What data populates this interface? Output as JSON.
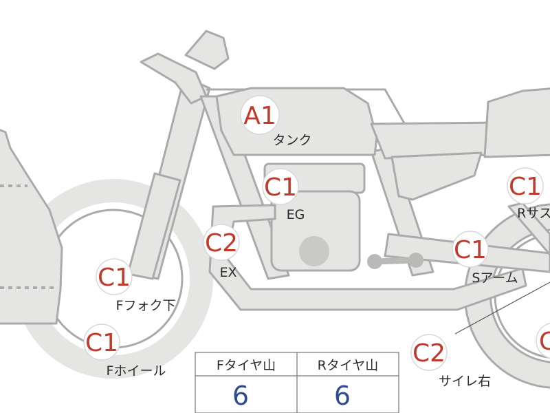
{
  "colors": {
    "grade_text": "#c0392b",
    "tread_value_text": "#2f4b8f",
    "part_fill": "#e5e6e4",
    "part_stroke": "#a9abaa"
  },
  "badges": [
    {
      "id": "tank",
      "grade": "A1",
      "label": "タンク"
    },
    {
      "id": "engine",
      "grade": "C1",
      "label": "EG"
    },
    {
      "id": "exhaust",
      "grade": "C2",
      "label": "EX"
    },
    {
      "id": "front-fork-lower",
      "grade": "C1",
      "label": "Fフォク下"
    },
    {
      "id": "front-wheel",
      "grade": "C1",
      "label": "Fホイール"
    },
    {
      "id": "swing-arm",
      "grade": "C1",
      "label": "Sアーム"
    },
    {
      "id": "rear-suspension",
      "grade": "C1",
      "label": "Rサス"
    },
    {
      "id": "muffler-right",
      "grade": "C2",
      "label": "サイレ右"
    },
    {
      "id": "rear-wheel",
      "grade": "C",
      "label": ""
    }
  ],
  "tread_table": {
    "headers": [
      "Fタイヤ山",
      "Rタイヤ山"
    ],
    "values": [
      "6",
      "6"
    ]
  }
}
